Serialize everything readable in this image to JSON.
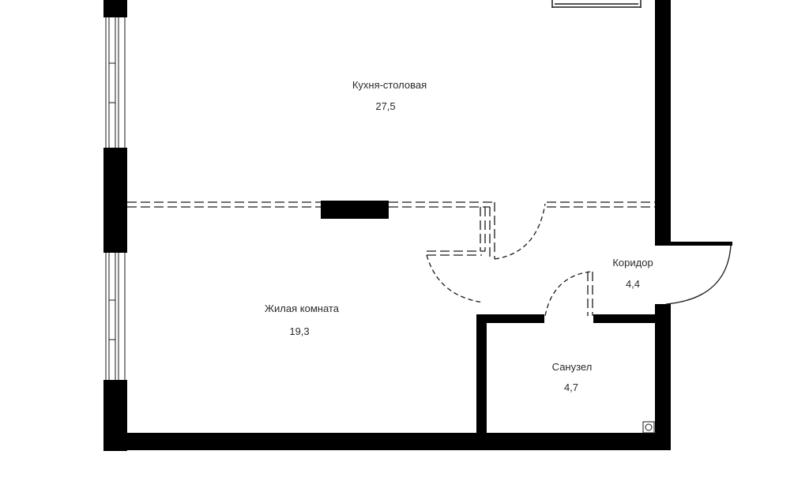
{
  "colors": {
    "wall": "#000000",
    "background": "#ffffff",
    "line": "#1a1a1a"
  },
  "rooms": [
    {
      "name": "Кухня-столовая",
      "area": "27,5"
    },
    {
      "name": "Жилая комната",
      "area": "19,3"
    },
    {
      "name": "Коридор",
      "area": "4,4"
    },
    {
      "name": "Санузел",
      "area": "4,7"
    }
  ]
}
